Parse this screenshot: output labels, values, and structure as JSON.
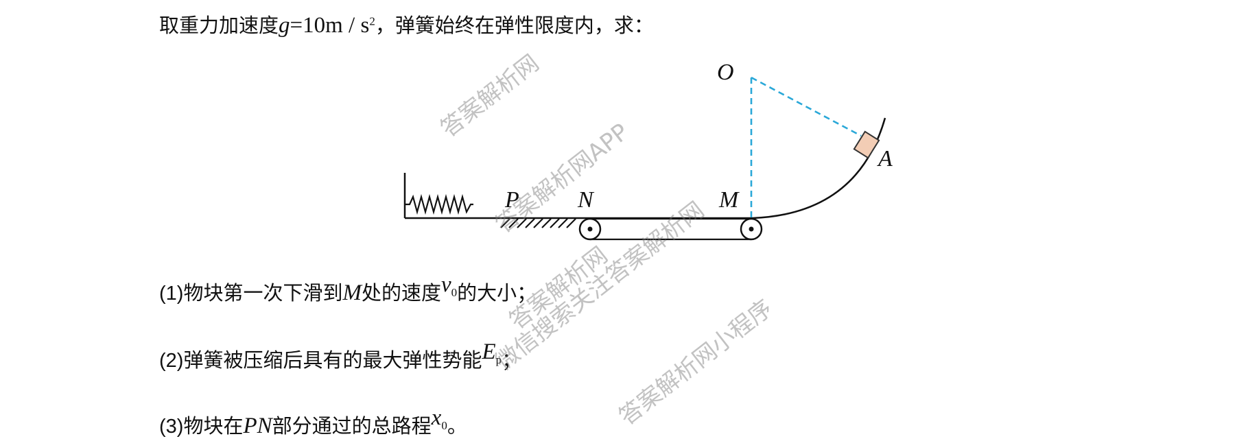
{
  "problem": {
    "intro": {
      "text_before": "取重力加速度",
      "g_symbol": "g",
      "equals": "=",
      "g_value": "10m / s",
      "g_exp": "2",
      "text_after": "，弹簧始终在弹性限度内，求："
    },
    "questions": [
      {
        "label": "(1)",
        "text_a": "物块第一次下滑到",
        "var": "M",
        "text_b": "处的速度",
        "sym": "v",
        "sym_sub": "0",
        "text_c": "的大小；"
      },
      {
        "label": "(2)",
        "text_a": "弹簧被压缩后具有的最大弹性势能",
        "sym": "E",
        "sym_sub": "p",
        "text_c": "；"
      },
      {
        "label": "(3)",
        "text_a": "物块在",
        "var": "PN",
        "text_b": "部分通过的总路程",
        "sym": "x",
        "sym_sub": "0",
        "text_c": "。"
      }
    ]
  },
  "figure": {
    "labels": {
      "O": "O",
      "A": "A",
      "P": "P",
      "N": "N",
      "M": "M"
    },
    "colors": {
      "line": "#111111",
      "dashed": "#2aa8d8",
      "block_fill": "#f3cdb5",
      "block_stroke": "#333333"
    }
  },
  "watermarks": [
    "答案解析网",
    "答案解析网APP",
    "答案解析网",
    "微信搜索关注答案解析网",
    "答案解析网小程序"
  ]
}
